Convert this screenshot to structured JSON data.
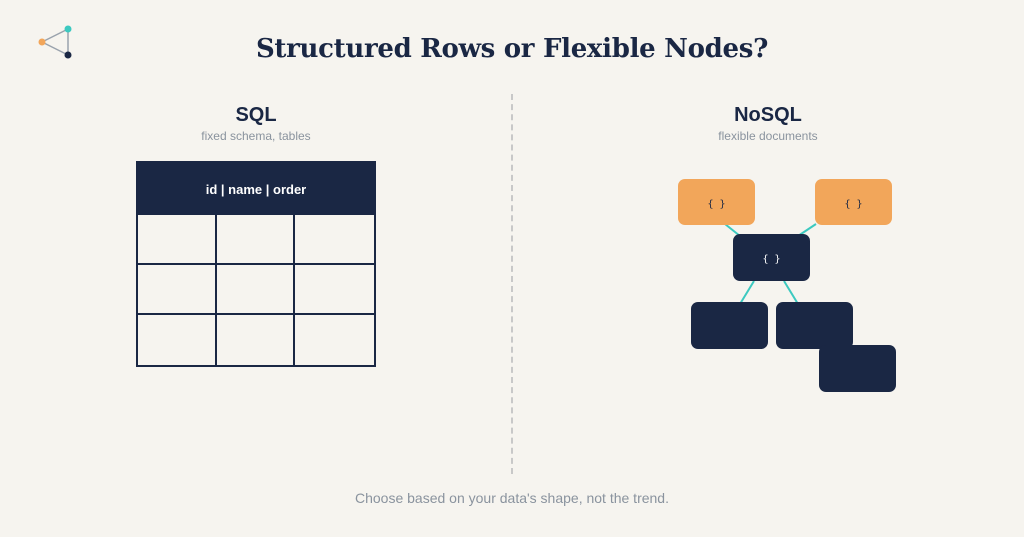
{
  "title": "Structured Rows or Flexible Nodes?",
  "sql": {
    "heading": "SQL",
    "subtitle": "fixed schema, tables",
    "header_text": "id | name | order"
  },
  "nosql": {
    "heading": "NoSQL",
    "subtitle": "flexible documents",
    "node_label": "{ }"
  },
  "footer": "Choose based on your data's shape, not the trend.",
  "colors": {
    "navy": "#1a2744",
    "orange": "#f2a65a",
    "teal": "#3cc9c0",
    "background": "#f6f4ef",
    "muted_text": "#8a939e"
  },
  "icons": [
    "logo-graph-icon"
  ]
}
